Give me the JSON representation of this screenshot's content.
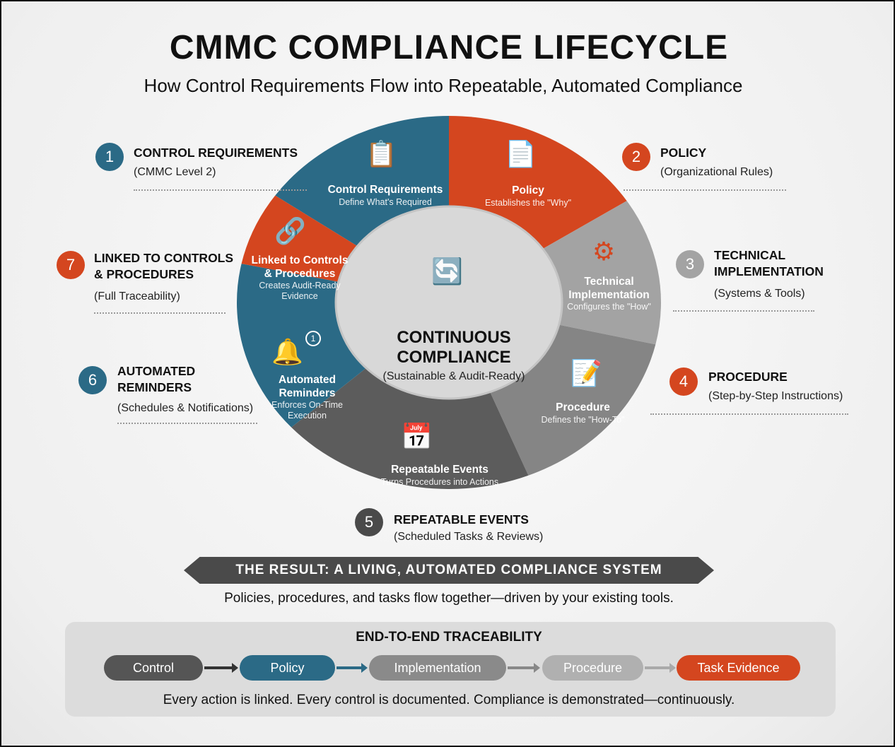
{
  "title": "CMMC COMPLIANCE LIFECYCLE",
  "subtitle": "How Control Requirements Flow into Repeatable, Automated Compliance",
  "colors": {
    "teal": "#2b6a86",
    "orange": "#d4461f",
    "light_gray": "#a3a3a3",
    "mid_gray": "#858585",
    "dark_gray": "#5c5c5c",
    "inner": "#d8d8d8"
  },
  "center": {
    "title_line1": "CONTINUOUS",
    "title_line2": "COMPLIANCE",
    "subtitle": "(Sustainable & Audit-Ready)",
    "icon": "clipboard-cycle-icon"
  },
  "segments": [
    {
      "title": "Control Requirements",
      "desc": "Define What's Required",
      "icon": "checklist-icon"
    },
    {
      "title": "Policy",
      "desc": "Establishes the \"Why\"",
      "icon": "document-shield-icon"
    },
    {
      "title": "Technical Implementation",
      "desc": "Configures the \"How\"",
      "icon": "gear-wrench-icon"
    },
    {
      "title": "Procedure",
      "desc": "Defines the \"How-To\"",
      "icon": "document-checklist-icon"
    },
    {
      "title": "Repeatable Events",
      "desc": "Turns Procedures into Actions",
      "icon": "calendar-clock-icon"
    },
    {
      "title": "Automated Reminders",
      "desc": "Enforces On-Time Execution",
      "icon": "bell-icon",
      "badge": "1"
    },
    {
      "title": "Linked to Controls & Procedures",
      "desc": "Creates Audit-Ready Evidence",
      "icon": "link-icon"
    }
  ],
  "callouts": [
    {
      "num": "1",
      "title": "CONTROL REQUIREMENTS",
      "sub": "(CMMC Level 2)"
    },
    {
      "num": "2",
      "title": "POLICY",
      "sub": "(Organizational Rules)"
    },
    {
      "num": "3",
      "title": "TECHNICAL IMPLEMENTATION",
      "sub": "(Systems & Tools)"
    },
    {
      "num": "4",
      "title": "PROCEDURE",
      "sub": "(Step-by-Step Instructions)"
    },
    {
      "num": "5",
      "title": "REPEATABLE EVENTS",
      "sub": "(Scheduled Tasks & Reviews)"
    },
    {
      "num": "6",
      "title": "AUTOMATED REMINDERS",
      "sub": "(Schedules & Notifications)"
    },
    {
      "num": "7",
      "title": "LINKED TO CONTROLS & PROCEDURES",
      "sub": "(Full Traceability)"
    }
  ],
  "result": {
    "banner": "THE RESULT: A LIVING, AUTOMATED COMPLIANCE SYSTEM",
    "text": "Policies, procedures, and tasks flow together—driven by your existing tools."
  },
  "traceability": {
    "title": "END-TO-END TRACEABILITY",
    "steps": [
      "Control",
      "Policy",
      "Implementation",
      "Procedure",
      "Task Evidence"
    ],
    "footer": "Every action is linked. Every control is documented. Compliance is demonstrated—continuously."
  }
}
